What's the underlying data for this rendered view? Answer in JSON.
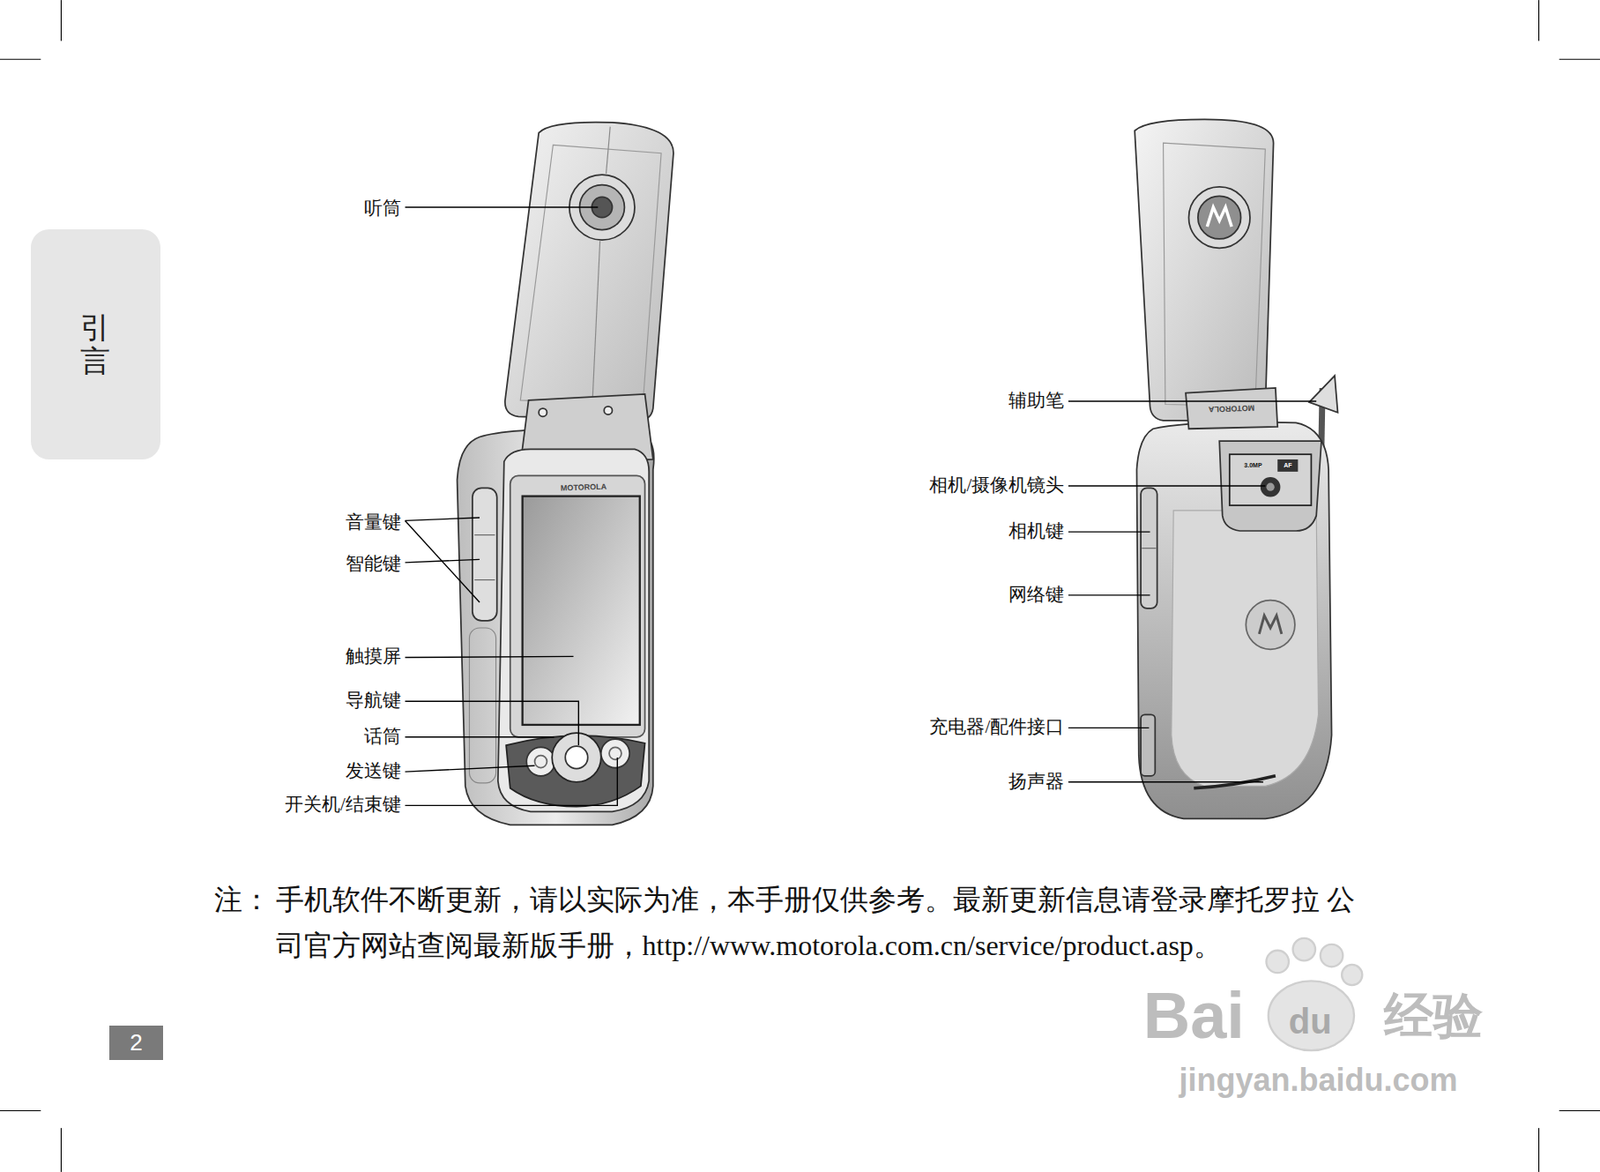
{
  "diagram": {
    "nodes": [
      {
        "text": [
          "引言"
        ]
      },
      {
        "text": [
          "2"
        ]
      }
    ],
    "labels": [
      "听筒",
      "音量键",
      "智能键",
      "触摸屏",
      "导航键",
      "话筒",
      "发送键",
      "开关机/结束键",
      "辅助笔",
      "相机/摄像机镜头",
      "相机键",
      "网络键",
      "充电器/配件接口",
      "扬声器",
      "MOTOROLA",
      "MOTOROLA",
      "3.0MP",
      "AF",
      "注：",
      "手机软件不断更新，请以实际为准，本手册仅供参考。最新更新信息请登录摩托罗拉 公司官方网站查阅最新版手册，http://www.motorola.com.cn/service/product.asp。",
      "Bai",
      "du",
      "经验",
      "jingyan.baidu.com"
    ]
  }
}
